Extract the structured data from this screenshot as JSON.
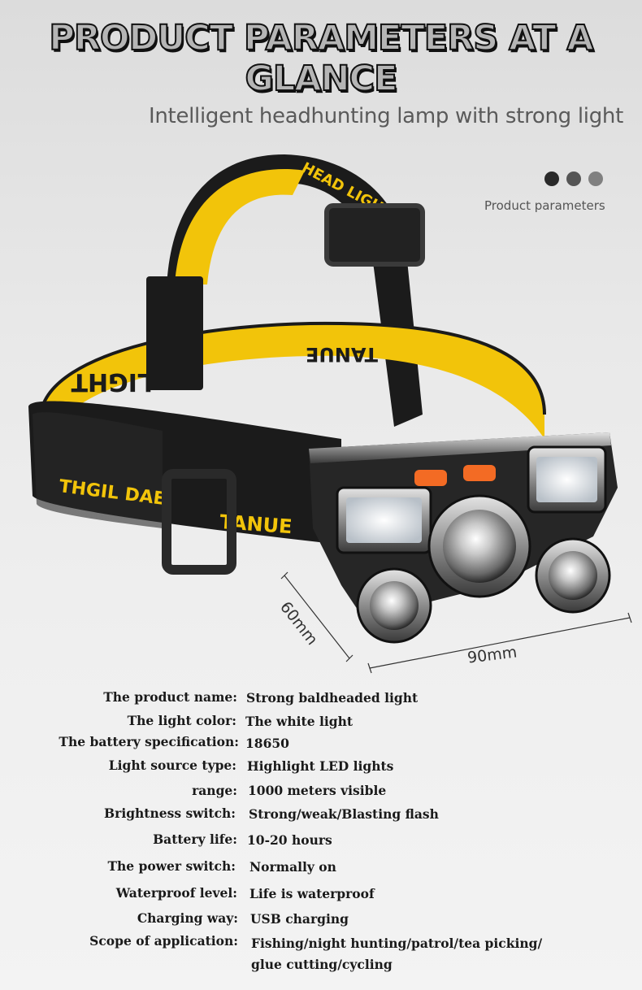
{
  "header": {
    "title": "PRODUCT PARAMETERS AT A GLANCE",
    "subtitle": "Intelligent headhunting lamp with strong light",
    "params_caption": "Product parameters",
    "dot_colors": [
      "#2a2a2a",
      "#555555",
      "#808080"
    ]
  },
  "product_image": {
    "strap_color": "#f2c40a",
    "band_text": [
      "LIGHT",
      "TANUE",
      "HEAD LIGHT"
    ],
    "dimension_height": "60mm",
    "dimension_width": "90mm"
  },
  "specs": [
    {
      "label": "The product name:",
      "value": "Strong baldheaded light"
    },
    {
      "label": "The light color:",
      "value": "The white light"
    },
    {
      "label": "The battery specification:",
      "value": "18650"
    },
    {
      "label": "Light source type:",
      "value": "Highlight LED lights"
    },
    {
      "label": "range:",
      "value": "1000 meters visible"
    },
    {
      "label": "Brightness switch:",
      "value": "Strong/weak/Blasting flash"
    },
    {
      "label": "Battery life:",
      "value": "10-20 hours"
    },
    {
      "label": "The power switch:",
      "value": "Normally on"
    },
    {
      "label": "Waterproof level:",
      "value": "Life is waterproof"
    },
    {
      "label": "Charging way:",
      "value": "USB charging"
    },
    {
      "label": "Scope of application:",
      "value": "Fishing/night hunting/patrol/tea picking/\nglue cutting/cycling"
    }
  ]
}
